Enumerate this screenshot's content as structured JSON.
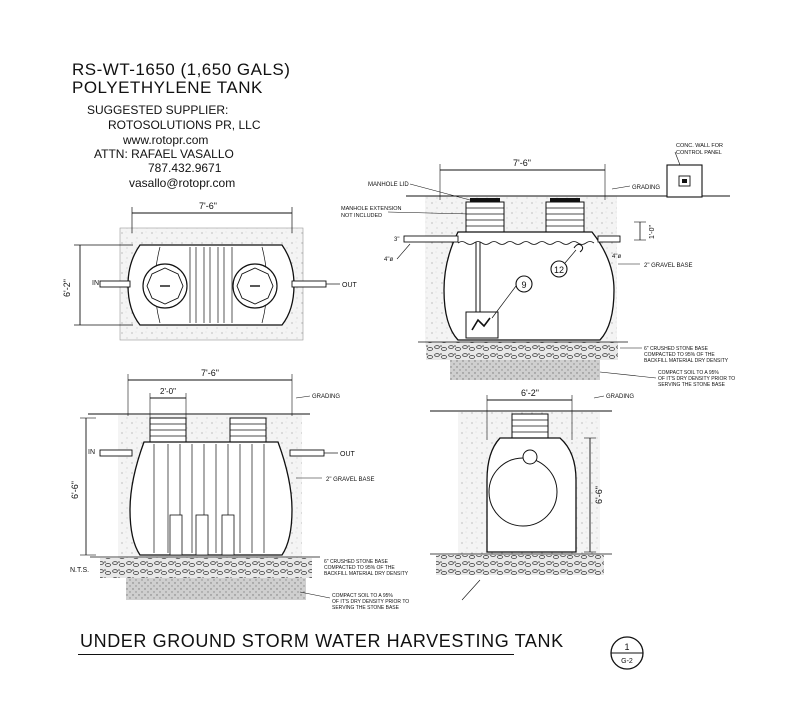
{
  "title": {
    "model": "RS-WT-1650 (1,650 GALS)",
    "material": "POLYETHYLENE TANK",
    "main": "UNDER GROUND STORM WATER HARVESTING TANK"
  },
  "supplier": {
    "label": "SUGGESTED SUPPLIER:",
    "name": "ROTOSOLUTIONS PR, LLC",
    "website": "www.rotopr.com",
    "attn": "ATTN: RAFAEL VASALLO",
    "phone": "787.432.9671",
    "email": "vasallo@rotopr.com"
  },
  "plan_view": {
    "width_dim": "7'-6\"",
    "height_dim": "6'-2\"",
    "in_label": "IN",
    "out_label": "OUT"
  },
  "section_view": {
    "width_dim": "7'-6\"",
    "manhole_lid": "MANHOLE LID",
    "manhole_extension": "MANHOLE EXTENSION NOT INCLUDED",
    "grading": "GRADING",
    "panel_wall": "CONC. WALL FOR CONTROL PANEL",
    "pipe_left": "3\"",
    "pipe_left_sub": "4\"ø",
    "pipe_right": "4\"ø",
    "depth_dim": "1'-0\"",
    "gravel_base": "2\" GRAVEL BASE",
    "stone_base": "6\" CRUSHED STONE BASE COMPACTED TO 95% OF THE BACKFILL MATERIAL DRY DENSITY",
    "compact_soil": "COMPACT SOIL TO A 95% OF IT'S DRY DENSITY PRIOR TO SERVING THE STONE BASE",
    "callout_pump": "9",
    "callout_float": "12"
  },
  "side_view": {
    "width_dim": "7'-6\"",
    "inner_dim": "2'-0\"",
    "height_dim": "6'-6\"",
    "nts": "N.T.S.",
    "grading": "GRADING",
    "in_label": "IN",
    "out_label": "OUT",
    "gravel_base": "2\" GRAVEL BASE",
    "stone_base": "6\" CRUSHED STONE BASE COMPACTED TO 95% OF THE BACKFILL MATERIAL DRY DENSITY",
    "compact_soil": "COMPACT SOIL TO A 95% OF IT'S DRY DENSITY PRIOR TO SERVING THE STONE BASE"
  },
  "end_view": {
    "width_dim": "6'-2\"",
    "height_dim": "6'-6\"",
    "grading": "GRADING"
  },
  "sheet_ref": {
    "number": "1",
    "sheet": "G-2"
  }
}
